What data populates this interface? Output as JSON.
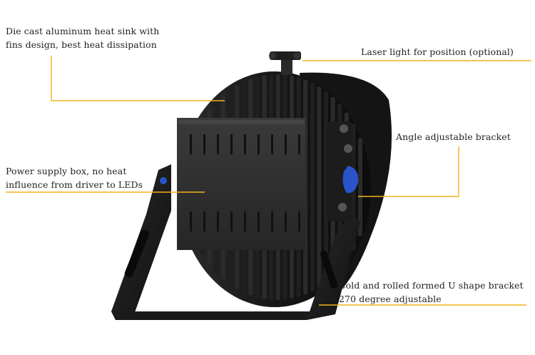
{
  "labels": {
    "heat_sink": {
      "line1": "Die cast aluminum heat sink with",
      "line2": "fins design, best heat dissipation"
    },
    "laser": {
      "line1": "Laser light for position (optional)"
    },
    "angle_bracket": {
      "line1": "Angle adjustable bracket"
    },
    "power_supply": {
      "line1": "Power supply box, no heat",
      "line2": "influence from driver to LEDs"
    },
    "u_bracket": {
      "line1": "Cold and rolled formed U shape bracket",
      "line2": "270 degree adjustable"
    }
  },
  "colors": {
    "leader_line": "#f2b21b",
    "product_body": "#1b1b1b",
    "knob_accent": "#2a54c9"
  }
}
